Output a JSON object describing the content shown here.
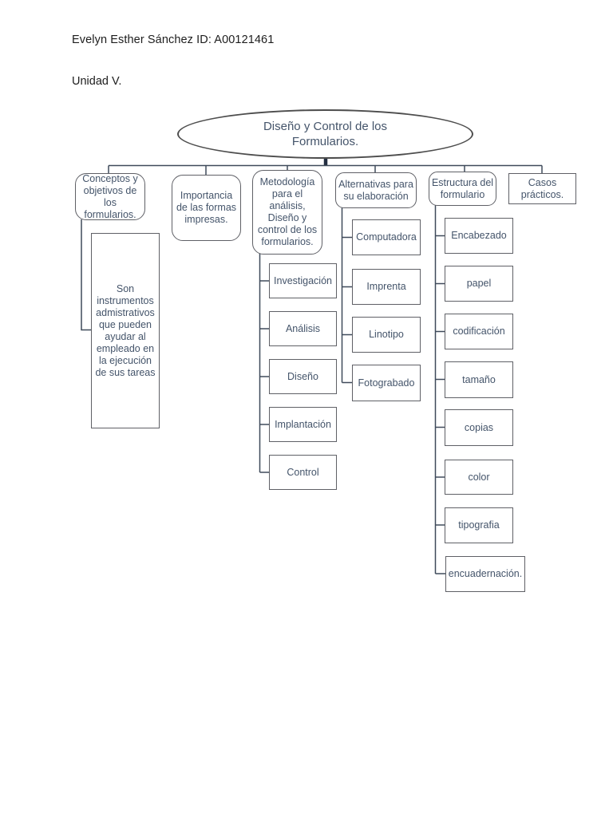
{
  "page": {
    "author_line": "Evelyn Esther Sánchez ID: A00121461",
    "unit_line": "Unidad V."
  },
  "colors": {
    "background": "#ffffff",
    "node_border": "#5f6066",
    "node_text": "#44546A",
    "connector": "#3f4a5a",
    "root_stub": "#222d40"
  },
  "diagram": {
    "root": "Diseño y Control de los\nFormularios.",
    "branches": [
      {
        "label": "Conceptos y\nobjetivos de\nlos\nformularios.",
        "children": [
          "Son\ninstrumentos\nadmistrativos\nque pueden\nayudar al\nempleado en\nla ejecución\nde sus tareas"
        ]
      },
      {
        "label": "Importancia\nde las formas\nimpresas.",
        "children": []
      },
      {
        "label": "Metodología\npara el\nanálisis,\nDiseño y\ncontrol de los\nformularios.",
        "children": [
          "Investigación",
          "Análisis",
          "Diseño",
          "Implantación",
          "Control"
        ]
      },
      {
        "label": "Alternativas para\nsu elaboración",
        "children": [
          "Computadora",
          "Imprenta",
          "Linotipo",
          "Fotograbado"
        ]
      },
      {
        "label": "Estructura del\nformulario",
        "children": [
          "Encabezado",
          "papel",
          "codificación",
          "tamaño",
          "copias",
          "color",
          "tipografia",
          "encuadernación."
        ]
      },
      {
        "label": "Casos\nprácticos.",
        "children": []
      }
    ]
  }
}
